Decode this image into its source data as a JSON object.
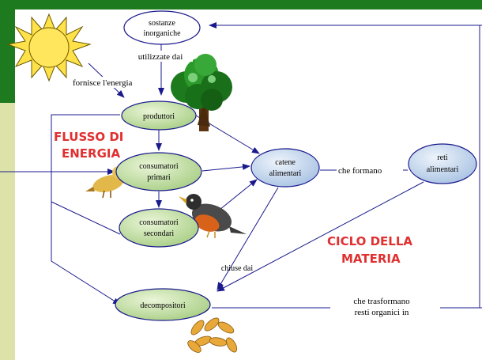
{
  "colors": {
    "frame_green": "#1e7a1e",
    "frame_olive": "#dde3a8",
    "accent_red": "#e03030",
    "node_fill": "#c8e0a8",
    "node_fill_blue": "#c8d8ec",
    "node_fill_white": "#ffffff",
    "edge_color": "#1a1a8c"
  },
  "nodes": {
    "sostanze": [
      "sostanze",
      "inorganiche"
    ],
    "produttori": [
      "produttori"
    ],
    "consumatori_primari": [
      "consumatori",
      "primari"
    ],
    "consumatori_secondari": [
      "consumatori",
      "secondari"
    ],
    "catene": [
      "catene",
      "alimentari"
    ],
    "reti": [
      "reti",
      "alimentari"
    ],
    "decompositori": [
      "decompositori"
    ]
  },
  "edge_labels": {
    "utilizzate_dai": "utilizzate dai",
    "fornisce_energia": "fornisce l'energia",
    "che_formano": "che formano",
    "chiuse_dai": "chiuse dai",
    "che_trasformano": [
      "che trasformano",
      "resti organici in"
    ]
  },
  "headings": {
    "flusso": [
      "FLUSSO DI",
      "ENERGIA"
    ],
    "ciclo": [
      "CICLO DELLA",
      "MATERIA"
    ]
  },
  "icons": [
    "sun-icon",
    "tree-icon",
    "canary-bird-icon",
    "robin-bird-icon",
    "seeds-icon"
  ]
}
